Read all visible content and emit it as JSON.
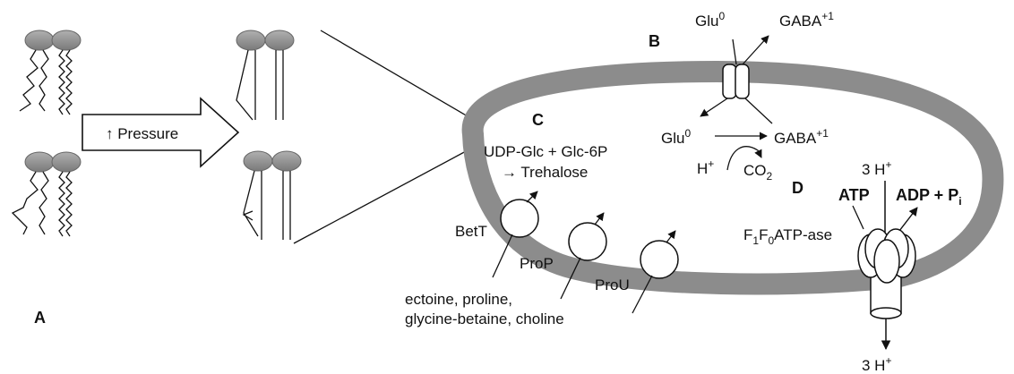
{
  "panels": {
    "a": "A",
    "b": "B",
    "c": "C",
    "d": "D"
  },
  "pressure_label": "↑ Pressure",
  "gaba_outside": {
    "glu": "Glu",
    "glu_sup": "0",
    "gaba": "GABA",
    "gaba_sup": "+1"
  },
  "gaba_inside": {
    "glu": "Glu",
    "glu_sup": "0",
    "gaba": "GABA",
    "gaba_sup": "+1"
  },
  "proton": {
    "base": "H",
    "sup": "+"
  },
  "co2": {
    "base": "CO",
    "sub": "2"
  },
  "trehalose": {
    "line1": "UDP-Glc + Glc-6P",
    "line2": "→ Trehalose"
  },
  "transporters": {
    "bett": "BetT",
    "prop": "ProP",
    "prou": "ProU"
  },
  "osmolytes": {
    "line1": "ectoine, proline,",
    "line2": "glycine-betaine, choline"
  },
  "atpase": {
    "h_top": "3 H",
    "h_top_sup": "+",
    "atp": "ATP",
    "adp": "ADP + P",
    "adp_sub": "i",
    "name_f1": "F",
    "name_1": "1",
    "name_f0": "F",
    "name_0": "0",
    "name_rest": "ATP-ase",
    "h_bottom": "3 H",
    "h_bottom_sup": "+"
  }
}
